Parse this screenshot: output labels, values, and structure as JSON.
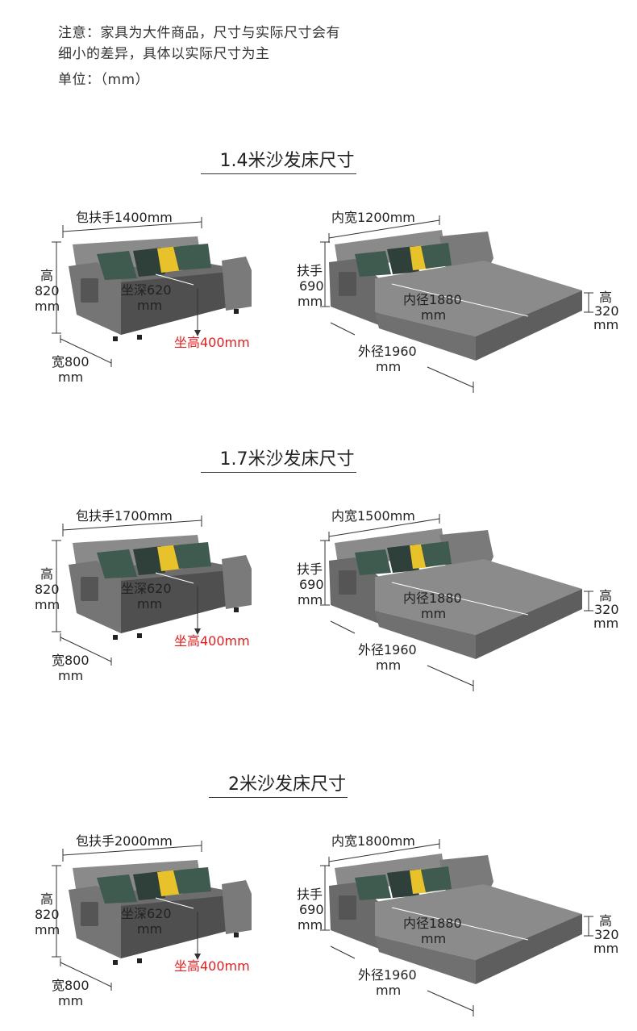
{
  "notes": {
    "line1": "注意：家具为大件商品，尺寸与实际尺寸会有",
    "line2": "细小的差异，具体以实际尺寸为主",
    "unit": "单位：（mm）"
  },
  "sections": [
    {
      "title": "1.4米沙发床尺寸",
      "sofa": {
        "length": "包扶手1400mm",
        "height_label": "高",
        "height_value": "820",
        "height_unit": "mm",
        "depth_value": "坐深620",
        "depth_unit": "mm",
        "seat_height": "坐高400mm",
        "width_value": "宽800",
        "width_unit": "mm"
      },
      "bed": {
        "inner_width": "内宽1200mm",
        "armrest_label": "扶手",
        "armrest_value": "690",
        "armrest_unit": "mm",
        "inner_length": "内径1880",
        "inner_unit": "mm",
        "outer_length": "外径1960",
        "outer_unit": "mm",
        "bed_height_label": "高",
        "bed_height_value": "320",
        "bed_height_unit": "mm"
      }
    },
    {
      "title": "1.7米沙发床尺寸",
      "sofa": {
        "length": "包扶手1700mm",
        "height_label": "高",
        "height_value": "820",
        "height_unit": "mm",
        "depth_value": "坐深620",
        "depth_unit": "mm",
        "seat_height": "坐高400mm",
        "width_value": "宽800",
        "width_unit": "mm"
      },
      "bed": {
        "inner_width": "内宽1500mm",
        "armrest_label": "扶手",
        "armrest_value": "690",
        "armrest_unit": "mm",
        "inner_length": "内径1880",
        "inner_unit": "mm",
        "outer_length": "外径1960",
        "outer_unit": "mm",
        "bed_height_label": "高",
        "bed_height_value": "320",
        "bed_height_unit": "mm"
      }
    },
    {
      "title": "2米沙发床尺寸",
      "sofa": {
        "length": "包扶手2000mm",
        "height_label": "高",
        "height_value": "820",
        "height_unit": "mm",
        "depth_value": "坐深620",
        "depth_unit": "mm",
        "seat_height": "坐高400mm",
        "width_value": "宽800",
        "width_unit": "mm"
      },
      "bed": {
        "inner_width": "内宽1800mm",
        "armrest_label": "扶手",
        "armrest_value": "690",
        "armrest_unit": "mm",
        "inner_length": "内径1880",
        "inner_unit": "mm",
        "outer_length": "外径1960",
        "outer_unit": "mm",
        "bed_height_label": "高",
        "bed_height_value": "320",
        "bed_height_unit": "mm"
      }
    }
  ],
  "colors": {
    "fabric": "#6d6d6d",
    "fabric_dark": "#4f4f4f",
    "fabric_light": "#8a8a8a",
    "accent_red": "#e02020",
    "pillow_yellow": "#e8c22a",
    "pillow_green": "#3f5a4e"
  }
}
